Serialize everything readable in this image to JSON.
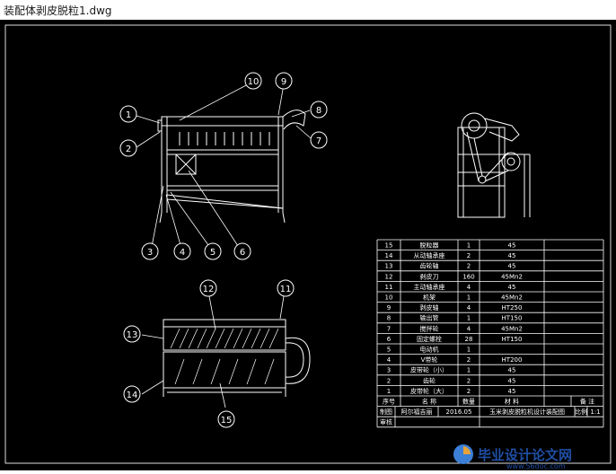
{
  "window": {
    "title": "装配体剥皮脱粒1.dwg"
  },
  "balloons": [
    "1",
    "2",
    "3",
    "4",
    "5",
    "6",
    "7",
    "8",
    "9",
    "10",
    "11",
    "12",
    "13",
    "14",
    "15"
  ],
  "bom": {
    "rows": [
      [
        "15",
        "脱粒器",
        "1",
        "45"
      ],
      [
        "14",
        "从动轴承座",
        "2",
        "45"
      ],
      [
        "13",
        "齿轮轴",
        "2",
        "45"
      ],
      [
        "12",
        "剥皮刀",
        "160",
        "45Mn2"
      ],
      [
        "11",
        "主动轴承座",
        "4",
        "45"
      ],
      [
        "10",
        "机架",
        "1",
        "45Mn2"
      ],
      [
        "9",
        "剥皮轴",
        "4",
        "HT250"
      ],
      [
        "8",
        "输出管",
        "1",
        "HT150"
      ],
      [
        "7",
        "搅拌轮",
        "4",
        "45Mn2"
      ],
      [
        "6",
        "固定螺栓",
        "28",
        "HT150"
      ],
      [
        "5",
        "电动机",
        "1",
        ""
      ],
      [
        "4",
        "V带轮",
        "2",
        "HT200"
      ],
      [
        "3",
        "皮带轮（小）",
        "1",
        "45"
      ],
      [
        "2",
        "齿轮",
        "2",
        "45"
      ],
      [
        "1",
        "皮带轮（大）",
        "2",
        "45"
      ]
    ],
    "header": [
      "序号",
      "名 称",
      "数量",
      "材 料",
      "备 注"
    ],
    "footer": {
      "drafter_label": "制图",
      "drafter": "阿尔福吉丽",
      "date": "2016.05",
      "title": "玉米剥皮脱粒机设计装配图",
      "scale_label": "比例",
      "scale": "1:1",
      "review_label": "审核"
    }
  },
  "watermark": {
    "main": "毕业设计论文网",
    "url": "www.56doc.com"
  }
}
